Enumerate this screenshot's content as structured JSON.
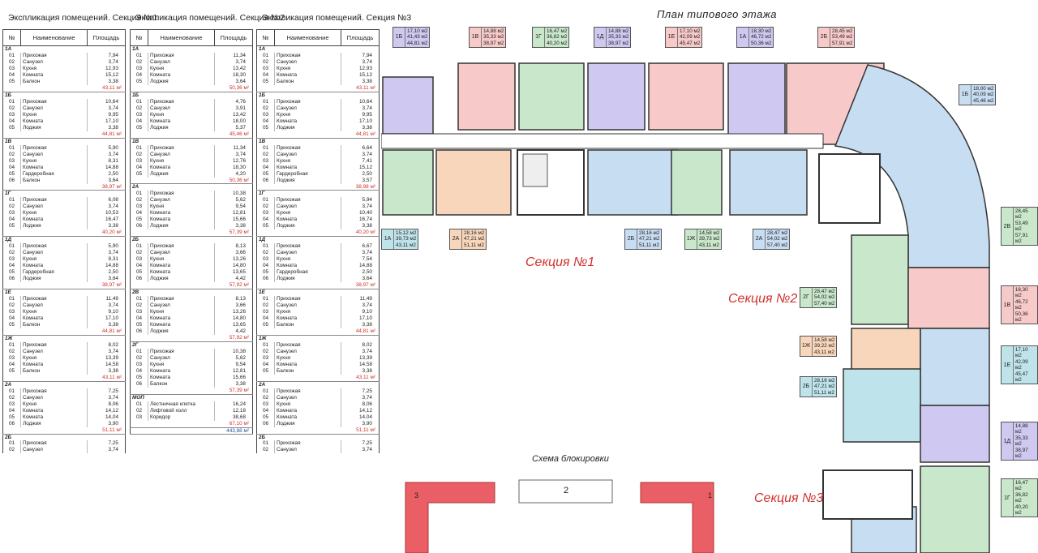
{
  "tables": [
    {
      "title": "Экспликация помещений. Секция №1",
      "headers": [
        "№",
        "Наименование",
        "Площадь"
      ],
      "groups": [
        {
          "code": "1А",
          "rows": [
            [
              "01",
              "Прихожая",
              "7,94"
            ],
            [
              "02",
              "Санузел",
              "3,74"
            ],
            [
              "03",
              "Кухня",
              "12,93"
            ],
            [
              "04",
              "Комната",
              "15,12"
            ],
            [
              "05",
              "Балкон",
              "3,38"
            ]
          ],
          "total": "43,11 м²"
        },
        {
          "code": "1Б",
          "rows": [
            [
              "01",
              "Прихожая",
              "10,64"
            ],
            [
              "02",
              "Санузел",
              "3,74"
            ],
            [
              "03",
              "Кухня",
              "9,95"
            ],
            [
              "04",
              "Комната",
              "17,10"
            ],
            [
              "05",
              "Лоджия",
              "3,38"
            ]
          ],
          "total": "44,81 м²"
        },
        {
          "code": "1В",
          "rows": [
            [
              "01",
              "Прихожая",
              "5,90"
            ],
            [
              "02",
              "Санузел",
              "3,74"
            ],
            [
              "03",
              "Кухня",
              "8,31"
            ],
            [
              "04",
              "Комната",
              "14,88"
            ],
            [
              "05",
              "Гардеробная",
              "2,50"
            ],
            [
              "06",
              "Балкон",
              "3,64"
            ]
          ],
          "total": "38,97 м²"
        },
        {
          "code": "1Г",
          "rows": [
            [
              "01",
              "Прихожая",
              "6,08"
            ],
            [
              "02",
              "Санузел",
              "3,74"
            ],
            [
              "03",
              "Кухня",
              "10,53"
            ],
            [
              "04",
              "Комната",
              "16,47"
            ],
            [
              "05",
              "Лоджия",
              "3,38"
            ]
          ],
          "total": "40,20 м²"
        },
        {
          "code": "1Д",
          "rows": [
            [
              "01",
              "Прихожая",
              "5,90"
            ],
            [
              "02",
              "Санузел",
              "3,74"
            ],
            [
              "03",
              "Кухня",
              "8,31"
            ],
            [
              "04",
              "Комната",
              "14,88"
            ],
            [
              "05",
              "Гардеробная",
              "2,50"
            ],
            [
              "06",
              "Лоджия",
              "3,64"
            ]
          ],
          "total": "38,97 м²"
        },
        {
          "code": "1Е",
          "rows": [
            [
              "01",
              "Прихожая",
              "11,49"
            ],
            [
              "02",
              "Санузел",
              "3,74"
            ],
            [
              "03",
              "Кухня",
              "9,10"
            ],
            [
              "04",
              "Комната",
              "17,10"
            ],
            [
              "05",
              "Балкон",
              "3,38"
            ]
          ],
          "total": "44,81 м²"
        },
        {
          "code": "1Ж",
          "rows": [
            [
              "01",
              "Прихожая",
              "8,02"
            ],
            [
              "02",
              "Санузел",
              "3,74"
            ],
            [
              "03",
              "Кухня",
              "13,39"
            ],
            [
              "04",
              "Комната",
              "14,58"
            ],
            [
              "05",
              "Балкон",
              "3,38"
            ]
          ],
          "total": "43,11 м²"
        },
        {
          "code": "2А",
          "rows": [
            [
              "01",
              "Прихожая",
              "7,25"
            ],
            [
              "02",
              "Санузел",
              "3,74"
            ],
            [
              "03",
              "Кухня",
              "8,06"
            ],
            [
              "04",
              "Комната",
              "14,12"
            ],
            [
              "05",
              "Комната",
              "14,04"
            ],
            [
              "06",
              "Лоджия",
              "3,90"
            ]
          ],
          "total": "51,11 м²"
        },
        {
          "code": "2Б",
          "rows": [
            [
              "01",
              "Прихожая",
              "7,25"
            ],
            [
              "02",
              "Санузел",
              "3,74"
            ]
          ],
          "total": ""
        }
      ]
    },
    {
      "title": "Экспликация помещений. Секция №2",
      "headers": [
        "№",
        "Наименование",
        "Площадь"
      ],
      "groups": [
        {
          "code": "1А",
          "rows": [
            [
              "01",
              "Прихожая",
              "11,34"
            ],
            [
              "02",
              "Санузел",
              "3,74"
            ],
            [
              "03",
              "Кухня",
              "13,42"
            ],
            [
              "04",
              "Комната",
              "18,30"
            ],
            [
              "05",
              "Лоджия",
              "3,64"
            ]
          ],
          "total": "50,36 м²"
        },
        {
          "code": "1Б",
          "rows": [
            [
              "01",
              "Прихожая",
              "4,76"
            ],
            [
              "02",
              "Санузел",
              "3,91"
            ],
            [
              "03",
              "Кухня",
              "13,42"
            ],
            [
              "04",
              "Комната",
              "18,00"
            ],
            [
              "05",
              "Лоджия",
              "5,37"
            ]
          ],
          "total": "45,46 м²"
        },
        {
          "code": "1В",
          "rows": [
            [
              "01",
              "Прихожая",
              "11,34"
            ],
            [
              "02",
              "Санузел",
              "3,74"
            ],
            [
              "03",
              "Кухня",
              "12,76"
            ],
            [
              "04",
              "Комната",
              "18,30"
            ],
            [
              "05",
              "Лоджия",
              "4,20"
            ]
          ],
          "total": "50,36 м²"
        },
        {
          "code": "2А",
          "rows": [
            [
              "01",
              "Прихожая",
              "10,38"
            ],
            [
              "02",
              "Санузел",
              "5,62"
            ],
            [
              "03",
              "Кухня",
              "9,54"
            ],
            [
              "04",
              "Комната",
              "12,81"
            ],
            [
              "05",
              "Комната",
              "15,66"
            ],
            [
              "06",
              "Лоджия",
              "3,38"
            ]
          ],
          "total": "57,39 м²"
        },
        {
          "code": "2Б",
          "rows": [
            [
              "01",
              "Прихожая",
              "8,13"
            ],
            [
              "02",
              "Санузел",
              "3,66"
            ],
            [
              "03",
              "Кухня",
              "13,26"
            ],
            [
              "04",
              "Комната",
              "14,80"
            ],
            [
              "05",
              "Комната",
              "13,65"
            ],
            [
              "06",
              "Лоджия",
              "4,42"
            ]
          ],
          "total": "57,92 м²"
        },
        {
          "code": "2В",
          "rows": [
            [
              "01",
              "Прихожая",
              "8,13"
            ],
            [
              "02",
              "Санузел",
              "3,66"
            ],
            [
              "03",
              "Кухня",
              "13,26"
            ],
            [
              "04",
              "Комната",
              "14,80"
            ],
            [
              "05",
              "Комната",
              "13,65"
            ],
            [
              "06",
              "Лоджия",
              "4,42"
            ]
          ],
          "total": "57,92 м²"
        },
        {
          "code": "2Г",
          "rows": [
            [
              "01",
              "Прихожая",
              "10,38"
            ],
            [
              "02",
              "Санузел",
              "5,62"
            ],
            [
              "03",
              "Кухня",
              "9,54"
            ],
            [
              "04",
              "Комната",
              "12,81"
            ],
            [
              "05",
              "Комната",
              "15,66"
            ],
            [
              "06",
              "Балкон",
              "3,38"
            ]
          ],
          "total": "57,39 м²"
        },
        {
          "code": "МОП",
          "rows": [
            [
              "01",
              "Лестничная клетка",
              "16,24"
            ],
            [
              "02",
              "Лифтовой холл",
              "12,18"
            ],
            [
              "03",
              "Коридор",
              "38,68"
            ]
          ],
          "total": "67,10 м²"
        },
        {
          "code": "",
          "rows": [],
          "total": "443,88 м²",
          "blue": true
        }
      ]
    },
    {
      "title": "Экспликация помещений. Секция №3",
      "headers": [
        "№",
        "Наименование",
        "Площадь"
      ],
      "groups": [
        {
          "code": "1А",
          "rows": [
            [
              "01",
              "Прихожая",
              "7,94"
            ],
            [
              "02",
              "Санузел",
              "3,74"
            ],
            [
              "03",
              "Кухня",
              "12,93"
            ],
            [
              "04",
              "Комната",
              "15,12"
            ],
            [
              "05",
              "Балкон",
              "3,38"
            ]
          ],
          "total": "43,11 м²"
        },
        {
          "code": "1Б",
          "rows": [
            [
              "01",
              "Прихожая",
              "10,64"
            ],
            [
              "02",
              "Санузел",
              "3,74"
            ],
            [
              "03",
              "Кухня",
              "9,95"
            ],
            [
              "04",
              "Комната",
              "17,10"
            ],
            [
              "05",
              "Лоджия",
              "3,38"
            ]
          ],
          "total": "44,81 м²"
        },
        {
          "code": "1В",
          "rows": [
            [
              "01",
              "Прихожая",
              "6,64"
            ],
            [
              "02",
              "Санузел",
              "3,74"
            ],
            [
              "03",
              "Кухня",
              "7,41"
            ],
            [
              "04",
              "Комната",
              "15,12"
            ],
            [
              "05",
              "Гардеробная",
              "2,50"
            ],
            [
              "06",
              "Лоджия",
              "3,57"
            ]
          ],
          "total": "38,98 м²"
        },
        {
          "code": "1Г",
          "rows": [
            [
              "01",
              "Прихожая",
              "5,94"
            ],
            [
              "02",
              "Санузел",
              "3,74"
            ],
            [
              "03",
              "Кухня",
              "10,40"
            ],
            [
              "04",
              "Комната",
              "16,74"
            ],
            [
              "05",
              "Лоджия",
              "3,38"
            ]
          ],
          "total": "40,20 м²"
        },
        {
          "code": "1Д",
          "rows": [
            [
              "01",
              "Прихожая",
              "6,67"
            ],
            [
              "02",
              "Санузел",
              "3,74"
            ],
            [
              "03",
              "Кухня",
              "7,54"
            ],
            [
              "04",
              "Комната",
              "14,88"
            ],
            [
              "05",
              "Гардеробная",
              "2,50"
            ],
            [
              "06",
              "Лоджия",
              "3,64"
            ]
          ],
          "total": "38,97 м²"
        },
        {
          "code": "1Е",
          "rows": [
            [
              "01",
              "Прихожая",
              "11,49"
            ],
            [
              "02",
              "Санузел",
              "3,74"
            ],
            [
              "03",
              "Кухня",
              "9,10"
            ],
            [
              "04",
              "Комната",
              "17,10"
            ],
            [
              "05",
              "Балкон",
              "3,38"
            ]
          ],
          "total": "44,81 м²"
        },
        {
          "code": "1Ж",
          "rows": [
            [
              "01",
              "Прихожая",
              "8,02"
            ],
            [
              "02",
              "Санузел",
              "3,74"
            ],
            [
              "03",
              "Кухня",
              "13,39"
            ],
            [
              "04",
              "Комната",
              "14,58"
            ],
            [
              "05",
              "Балкон",
              "3,38"
            ]
          ],
          "total": "43,11 м²"
        },
        {
          "code": "2А",
          "rows": [
            [
              "01",
              "Прихожая",
              "7,25"
            ],
            [
              "02",
              "Санузел",
              "3,74"
            ],
            [
              "03",
              "Кухня",
              "8,06"
            ],
            [
              "04",
              "Комната",
              "14,12"
            ],
            [
              "05",
              "Комната",
              "14,04"
            ],
            [
              "06",
              "Лоджия",
              "3,90"
            ]
          ],
          "total": "51,11 м²"
        },
        {
          "code": "2Б",
          "rows": [
            [
              "01",
              "Прихожая",
              "7,25"
            ],
            [
              "02",
              "Санузел",
              "3,74"
            ]
          ],
          "total": ""
        }
      ]
    }
  ],
  "plan": {
    "title": "План типового этажа",
    "sections": [
      "Секция №1",
      "Секция №2",
      "Секция №3"
    ],
    "scheme_title": "Схема блокировки",
    "scheme_numbers": [
      "3",
      "2",
      "1"
    ],
    "labels": [
      {
        "code": "1Б",
        "lines": [
          "17,10 м2",
          "41,43 м2",
          "44,81 м2"
        ],
        "color": "violet"
      },
      {
        "code": "1В",
        "lines": [
          "14,88 м2",
          "35,33 м2",
          "38,97 м2"
        ],
        "color": "pink"
      },
      {
        "code": "1Г",
        "lines": [
          "16,47 м2",
          "36,82 м2",
          "40,20 м2"
        ],
        "color": "green"
      },
      {
        "code": "1Д",
        "lines": [
          "14,88 м2",
          "35,33 м2",
          "38,97 м2"
        ],
        "color": "violet"
      },
      {
        "code": "1Е",
        "lines": [
          "17,10 м2",
          "42,09 м2",
          "45,47 м2"
        ],
        "color": "pink"
      },
      {
        "code": "1А",
        "lines": [
          "18,30 м2",
          "46,72 м2",
          "50,36 м2"
        ],
        "color": "violet"
      },
      {
        "code": "2Б",
        "lines": [
          "28,45 м2",
          "53,49 м2",
          "57,91 м2"
        ],
        "color": "pink"
      },
      {
        "code": "1Б",
        "lines": [
          "18,00 м2",
          "40,09 м2",
          "45,46 м2"
        ],
        "color": "blue"
      },
      {
        "code": "2В",
        "lines": [
          "28,45 м2",
          "53,49 м2",
          "57,91 м2"
        ],
        "color": "green"
      },
      {
        "code": "1В",
        "lines": [
          "18,30 м2",
          "46,72 м2",
          "50,36 м2"
        ],
        "color": "pink"
      },
      {
        "code": "1Е",
        "lines": [
          "17,10 м2",
          "42,09 м2",
          "45,47 м2"
        ],
        "color": "teal"
      },
      {
        "code": "1Д",
        "lines": [
          "14,88 м2",
          "35,33 м2",
          "38,97 м2"
        ],
        "color": "violet"
      },
      {
        "code": "1Г",
        "lines": [
          "16,47 м2",
          "36,82 м2",
          "40,20 м2"
        ],
        "color": "green"
      },
      {
        "code": "1А",
        "lines": [
          "15,12 м2",
          "39,73 м2",
          "43,11 м2"
        ],
        "color": "teal"
      },
      {
        "code": "2А",
        "lines": [
          "28,16 м2",
          "47,21 м2",
          "51,11 м2"
        ],
        "color": "orange"
      },
      {
        "code": "2Б",
        "lines": [
          "28,16 м2",
          "47,21 м2",
          "51,11 м2"
        ],
        "color": "blue"
      },
      {
        "code": "1Ж",
        "lines": [
          "14,58 м2",
          "39,73 м2",
          "43,11 м2"
        ],
        "color": "green"
      },
      {
        "code": "2А",
        "lines": [
          "28,47 м2",
          "54,02 м2",
          "57,40 м2"
        ],
        "color": "blue"
      },
      {
        "code": "2Г",
        "lines": [
          "28,47 м2",
          "54,02 м2",
          "57,40 м2"
        ],
        "color": "green"
      },
      {
        "code": "1Ж",
        "lines": [
          "14,58 м2",
          "39,22 м2",
          "43,11 м2"
        ],
        "color": "orange"
      },
      {
        "code": "2Б",
        "lines": [
          "28,16 м2",
          "47,21 м2",
          "51,11 м2"
        ],
        "color": "teal"
      }
    ],
    "colors": {
      "blue": "#c7ddf2",
      "green": "#c9e7cb",
      "pink": "#f7c9c9",
      "violet": "#cfc8f0",
      "orange": "#f8d6bb",
      "teal": "#bfe3ea",
      "accent": "#d0312d",
      "scheme": "#ea5f66"
    }
  }
}
